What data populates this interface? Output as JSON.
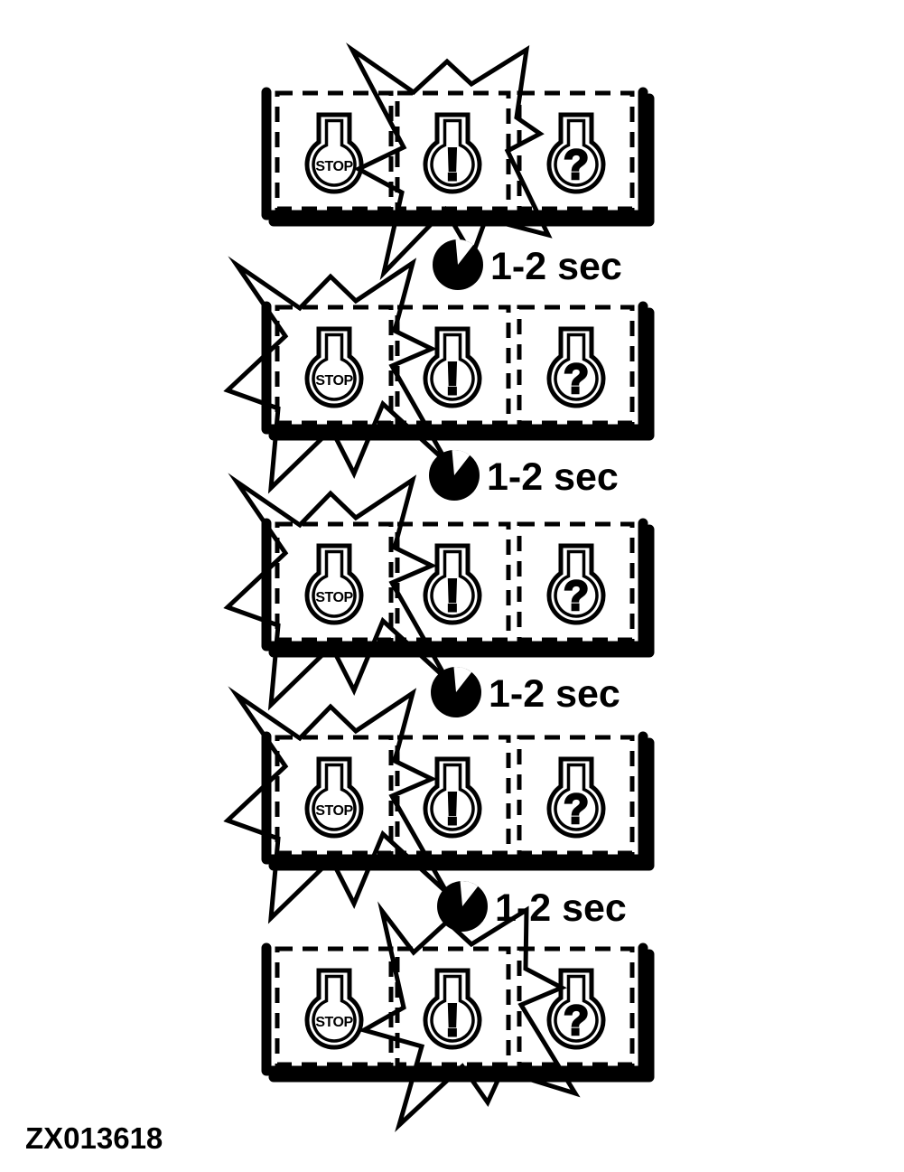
{
  "figure_label": "ZX013618",
  "colors": {
    "ink": "#000000",
    "paper": "#ffffff"
  },
  "lamp_symbols": {
    "stop": "STOP",
    "alert": "!",
    "query": "?"
  },
  "interval_labels": [
    "1-2 sec",
    "1-2 sec",
    "1-2 sec",
    "1-2 sec"
  ],
  "panels": [
    {
      "name": "panel-1",
      "lamps": [
        "stop",
        "alert",
        "query"
      ],
      "flashing_lamp": "alert"
    },
    {
      "name": "panel-2",
      "lamps": [
        "stop",
        "alert",
        "query"
      ],
      "flashing_lamp": "stop"
    },
    {
      "name": "panel-3",
      "lamps": [
        "stop",
        "alert",
        "query"
      ],
      "flashing_lamp": "stop"
    },
    {
      "name": "panel-4",
      "lamps": [
        "stop",
        "alert",
        "query"
      ],
      "flashing_lamp": "stop"
    },
    {
      "name": "panel-5",
      "lamps": [
        "stop",
        "alert",
        "query"
      ],
      "flashing_lamp": "alert"
    }
  ]
}
